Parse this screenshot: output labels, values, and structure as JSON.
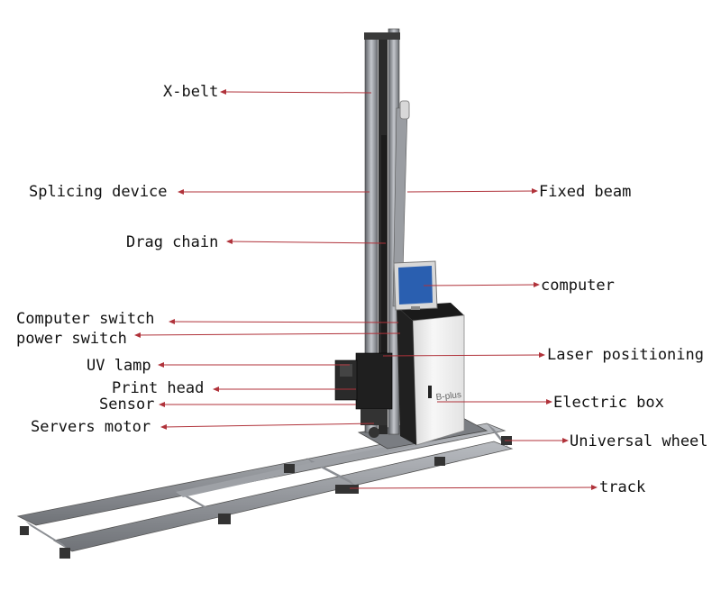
{
  "labels": {
    "x_belt": "X-belt",
    "splicing_device": "Splicing device",
    "fixed_beam": "Fixed beam",
    "drag_chain": "Drag chain",
    "computer": "computer",
    "computer_switch": "Computer switch",
    "power_switch": "power switch",
    "laser_positioning": "Laser positioning",
    "uv_lamp": "UV lamp",
    "print_head": "Print head",
    "electric_box": "Electric box",
    "sensor": "Sensor",
    "servers_motor": "Servers motor",
    "universal_wheel": "Universal wheel",
    "track": "track"
  },
  "machine": {
    "brand_text": "B-plus"
  },
  "colors": {
    "leader_line": "#b0323a",
    "frame_metal": "#8a8d92",
    "body_white": "#f2f2f2",
    "body_black": "#1a1a1a",
    "screen_blue": "#2a5fb0"
  }
}
